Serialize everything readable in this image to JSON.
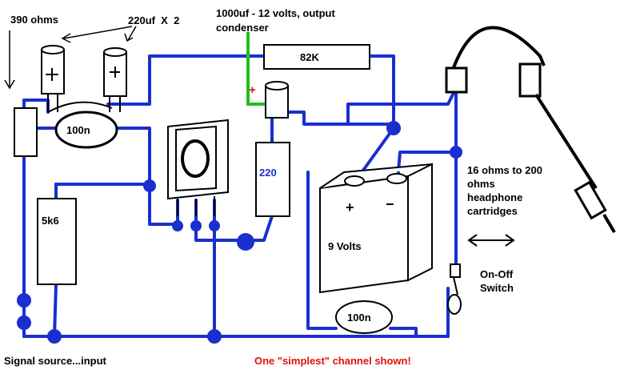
{
  "labels": {
    "resistor_390": "390 ohms",
    "caps_220": "220uf  X  2",
    "output_cap_line1": "1000uf - 12 volts, output",
    "output_cap_line2": "condenser",
    "resistor_82k": "82K",
    "cap_100n_top": "100n",
    "resistor_220": "220",
    "resistor_5k6": "5k6",
    "battery_plus": "+",
    "battery_minus": "−",
    "battery_label": "9 Volts",
    "cap_100n_bottom": "100n",
    "headphone_line1": "16 ohms to 200",
    "headphone_line2": "ohms",
    "headphone_line3": "headphone",
    "headphone_line4": "cartridges",
    "switch_line1": "On-Off",
    "switch_line2": "Switch",
    "signal_input": "Signal source...input",
    "footer_note": "One \"simplest\" channel shown!",
    "polarity_plus": "+"
  },
  "colors": {
    "wire": "#1a2fd0",
    "green_wire": "#22c022",
    "note_red": "#e01010",
    "ink": "#000000"
  }
}
